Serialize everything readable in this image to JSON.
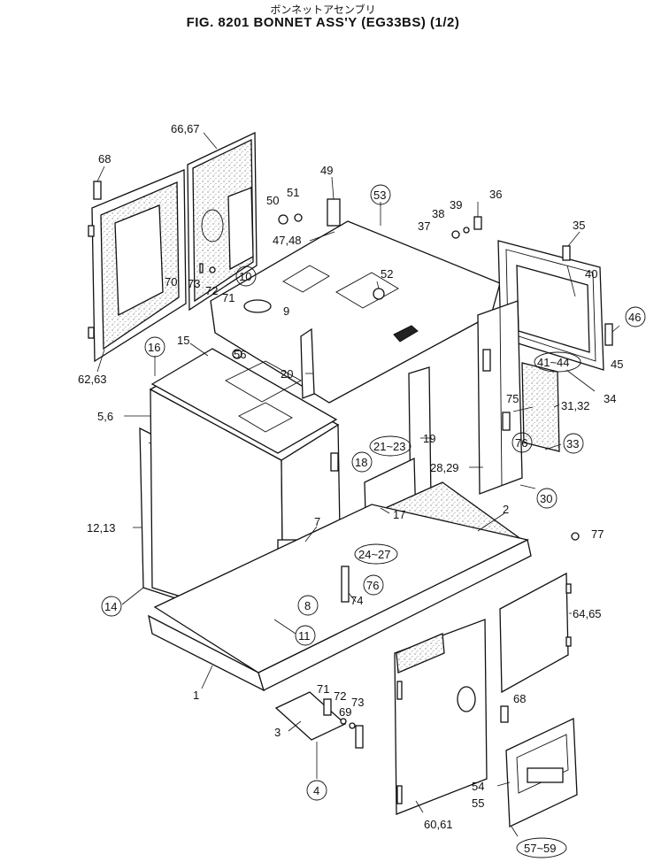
{
  "title": {
    "japanese": "ボンネットアセンブリ",
    "main": "FIG. 8201  BONNET ASS'Y (EG33BS) (1/2)"
  },
  "labels": {
    "l_66_67": "66,67",
    "l_68_top": "68",
    "l_49": "49",
    "l_50": "50",
    "l_51": "51",
    "l_53": "53",
    "l_36": "36",
    "l_39": "39",
    "l_38": "38",
    "l_37": "37",
    "l_35": "35",
    "l_47_48": "47,48",
    "l_70": "70",
    "l_73a": "73",
    "l_72a": "72",
    "l_71a": "71",
    "l_10": "10",
    "l_9": "9",
    "l_52": "52",
    "l_40": "40",
    "l_46": "46",
    "l_45": "45",
    "l_62_63": "62,63",
    "l_16": "16",
    "l_15": "15",
    "l_56": "56",
    "l_20": "20",
    "l_41_44": "41~44",
    "l_34": "34",
    "l_5_6": "5,6",
    "l_75": "75",
    "l_31_32": "31,32",
    "l_21_23": "21~23",
    "l_19": "19",
    "l_76a": "76",
    "l_33": "33",
    "l_18": "18",
    "l_28_29": "28,29",
    "l_30": "30",
    "l_12_13": "12,13",
    "l_7": "7",
    "l_17": "17",
    "l_2": "2",
    "l_77": "77",
    "l_24_27": "24~27",
    "l_76b": "76",
    "l_14": "14",
    "l_74": "74",
    "l_8": "8",
    "l_64_65": "64,65",
    "l_11": "11",
    "l_1": "1",
    "l_71b": "71",
    "l_72b": "72",
    "l_73b": "73",
    "l_69": "69",
    "l_68_bot": "68",
    "l_3": "3",
    "l_4": "4",
    "l_54": "54",
    "l_55": "55",
    "l_60_61": "60,61",
    "l_57_59": "57~59"
  }
}
